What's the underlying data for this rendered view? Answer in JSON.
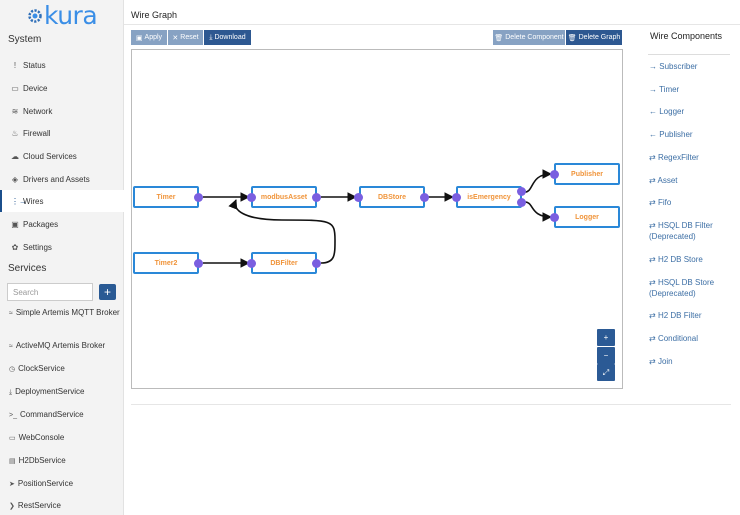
{
  "brand": {
    "name": "kura"
  },
  "sidebar": {
    "system_title": "System",
    "nav": [
      {
        "icon": "!",
        "label": "Status"
      },
      {
        "icon": "▭",
        "label": "Device"
      },
      {
        "icon": "≋",
        "label": "Network"
      },
      {
        "icon": "♨",
        "label": "Firewall"
      },
      {
        "icon": "☁",
        "label": "Cloud Services"
      },
      {
        "icon": "◈",
        "label": "Drivers and Assets"
      },
      {
        "icon": "⋮→",
        "label": "Wires"
      },
      {
        "icon": "▣",
        "label": "Packages"
      },
      {
        "icon": "✿",
        "label": "Settings"
      }
    ],
    "services_title": "Services",
    "search_placeholder": "Search",
    "add_label": "+",
    "services": [
      {
        "icon": "≈",
        "label": "Simple Artemis MQTT Broker"
      },
      {
        "icon": "≈",
        "label": "ActiveMQ Artemis Broker"
      },
      {
        "icon": "◷",
        "label": "ClockService"
      },
      {
        "icon": "⤓",
        "label": "DeploymentService"
      },
      {
        "icon": ">_",
        "label": "CommandService"
      },
      {
        "icon": "▭",
        "label": "WebConsole"
      },
      {
        "icon": "▤",
        "label": "H2DbService"
      },
      {
        "icon": "➤",
        "label": "PositionService"
      },
      {
        "icon": "❯",
        "label": "RestService"
      }
    ]
  },
  "main": {
    "title": "Wire Graph",
    "toolbar": {
      "apply": "Apply",
      "reset": "Reset",
      "download": "Download",
      "delete_component": "Delete Component",
      "delete_graph": "Delete Graph"
    },
    "graph": {
      "nodes": {
        "timer": "Timer",
        "modbus": "modbusAsset",
        "dbstore": "DBStore",
        "emergency": "isEmergency",
        "publisher": "Publisher",
        "logger": "Logger",
        "timer2": "Timer2",
        "dbfilter": "DBFilter"
      },
      "zoom_in": "+",
      "zoom_out": "−",
      "fit": "⤢"
    }
  },
  "components": {
    "title": "Wire Components",
    "items": [
      {
        "icon": "→",
        "label": "Subscriber"
      },
      {
        "icon": "→",
        "label": "Timer"
      },
      {
        "icon": "←",
        "label": "Logger"
      },
      {
        "icon": "←",
        "label": "Publisher"
      },
      {
        "icon": "⇄",
        "label": "RegexFilter"
      },
      {
        "icon": "⇄",
        "label": "Asset"
      },
      {
        "icon": "⇄",
        "label": "Fifo"
      },
      {
        "icon": "⇄",
        "label": "HSQL DB Filter (Deprecated)"
      },
      {
        "icon": "⇄",
        "label": "H2 DB Store"
      },
      {
        "icon": "⇄",
        "label": "HSQL DB Store (Deprecated)"
      },
      {
        "icon": "⇄",
        "label": "H2 DB Filter"
      },
      {
        "icon": "⇄",
        "label": "Conditional"
      },
      {
        "icon": "⇄",
        "label": "Join"
      }
    ]
  },
  "colors": {
    "accent": "#2d5891",
    "node_border": "#2a88d8",
    "node_text": "#f0943a",
    "port": "#7a5fe0"
  }
}
